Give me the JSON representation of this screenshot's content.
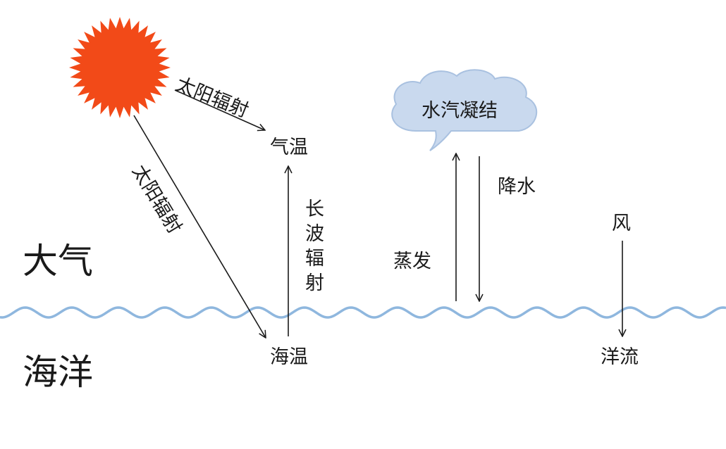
{
  "colors": {
    "sun": "#f24a18",
    "cloud_fill": "#c9d9ee",
    "cloud_stroke": "#a9c1e0",
    "wave": "#8fb7de",
    "arrow": "#1a1a1a"
  },
  "labels": {
    "atmosphere": "大气",
    "ocean": "海洋",
    "solar_radiation_to_air": "太阳辐射",
    "solar_radiation_to_sea": "太阳辐射",
    "air_temperature": "气温",
    "sea_temperature": "海温",
    "longwave_radiation": "长波辐射",
    "condensation": "水汽凝结",
    "precipitation": "降水",
    "evaporation": "蒸发",
    "wind": "风",
    "ocean_current": "洋流"
  },
  "icons": {
    "sun": "sun-icon",
    "cloud": "cloud-icon",
    "sea_surface": "wave-line"
  }
}
